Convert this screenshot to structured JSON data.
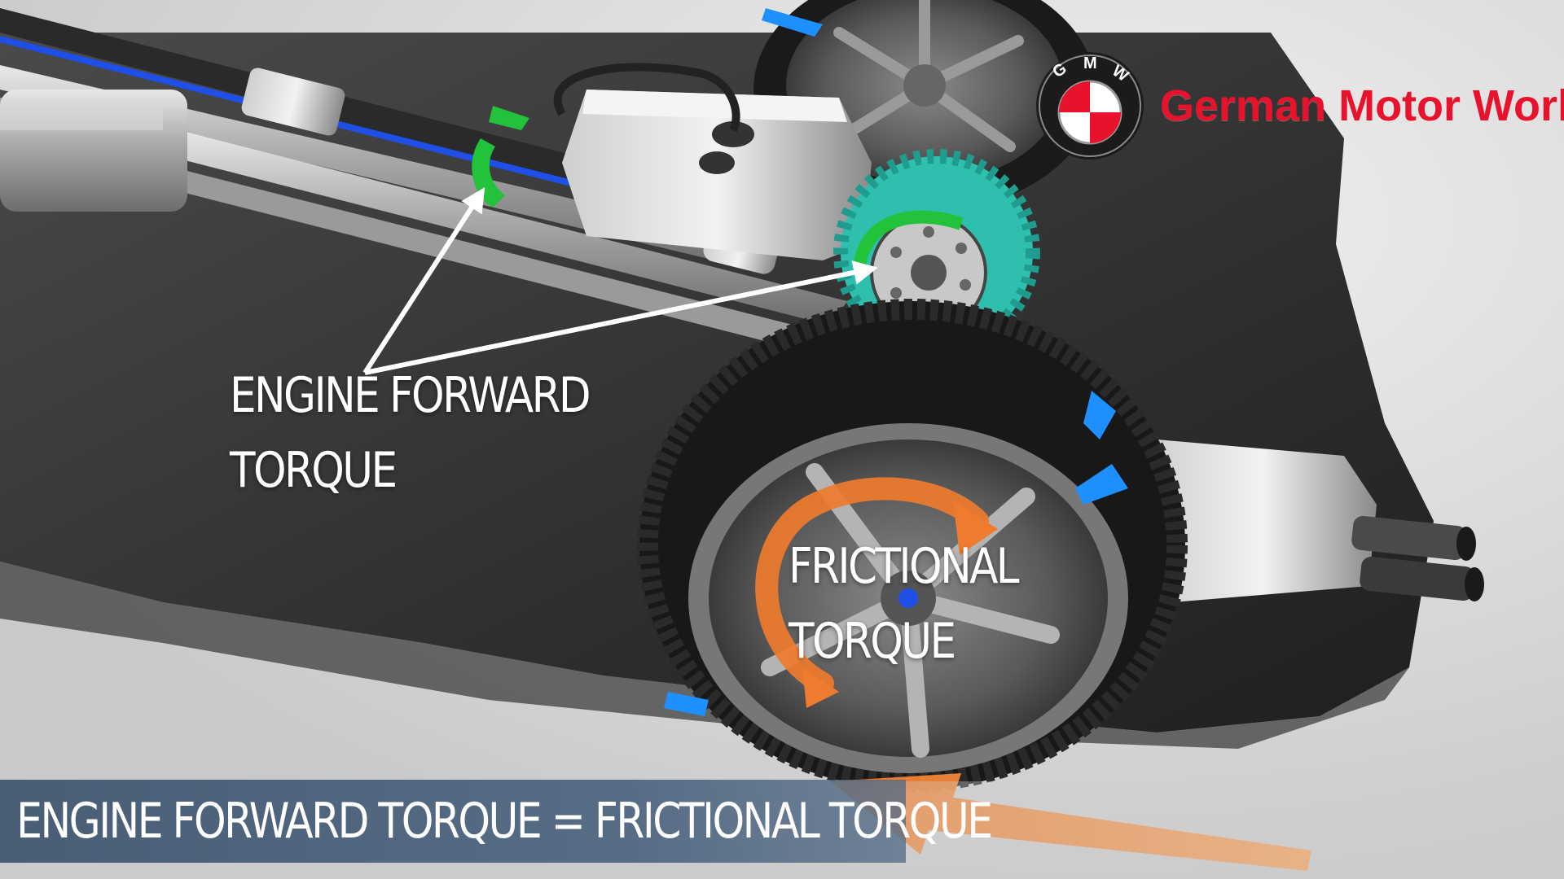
{
  "brand": {
    "name": "German Motor Works",
    "logo_letters": [
      "G",
      "M",
      "W"
    ],
    "color": "#e8122c"
  },
  "labels": {
    "engine_forward_line1": "ENGINE FORWARD",
    "engine_forward_line2": "TORQUE",
    "frictional_line1": "FRICTIONAL",
    "frictional_line2": "TORQUE"
  },
  "caption": {
    "text": "ENGINE FORWARD TORQUE = FRICTIONAL TORQUE"
  },
  "colors": {
    "driveshaft_accent": "#1e4fe6",
    "gear": "#2fbfae",
    "engine_torque_arrow": "#22c23a",
    "frictional_torque_arrow": "#ef7b2e",
    "rotation_marker": "#1e8fff",
    "caption_bar": "#3e546e"
  }
}
